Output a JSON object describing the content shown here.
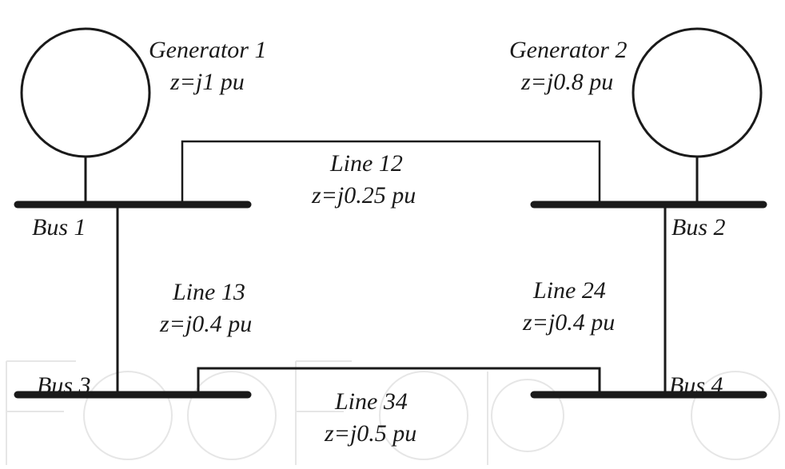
{
  "generators": [
    {
      "name": "Generator 1",
      "impedance": "z=j1 pu"
    },
    {
      "name": "Generator 2",
      "impedance": "z=j0.8 pu"
    }
  ],
  "buses": [
    {
      "name": "Bus 1"
    },
    {
      "name": "Bus 2"
    },
    {
      "name": "Bus 3"
    },
    {
      "name": "Bus 4"
    }
  ],
  "lines": [
    {
      "name": "Line 12",
      "impedance": "z=j0.25 pu"
    },
    {
      "name": "Line 13",
      "impedance": "z=j0.4 pu"
    },
    {
      "name": "Line 24",
      "impedance": "z=j0.4 pu"
    },
    {
      "name": "Line 34",
      "impedance": "z=j0.5 pu"
    }
  ],
  "colors": {
    "ink": "#1a1a1a",
    "watermark": "#e6e6e6"
  }
}
